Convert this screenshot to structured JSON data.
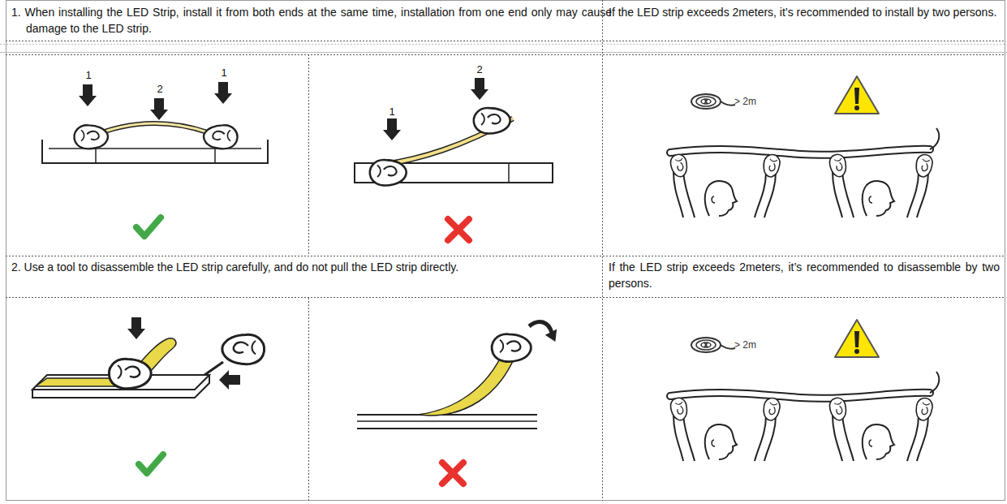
{
  "diagram": {
    "labels": [
      "1. When installing the LED Strip, install it from both ends at the same time, installation from one end only may cause damage to the LED strip.",
      "If the LED strip exceeds 2meters, it’s recommended to install by two persons.",
      "1",
      "2",
      "1",
      "1",
      "2",
      "> 2m",
      "2. Use a tool to disassemble the LED strip carefully, and do not pull the LED strip directly.",
      "If the LED strip exceeds 2meters, it’s recommended to disassemble by two persons.",
      "> 2m"
    ]
  }
}
